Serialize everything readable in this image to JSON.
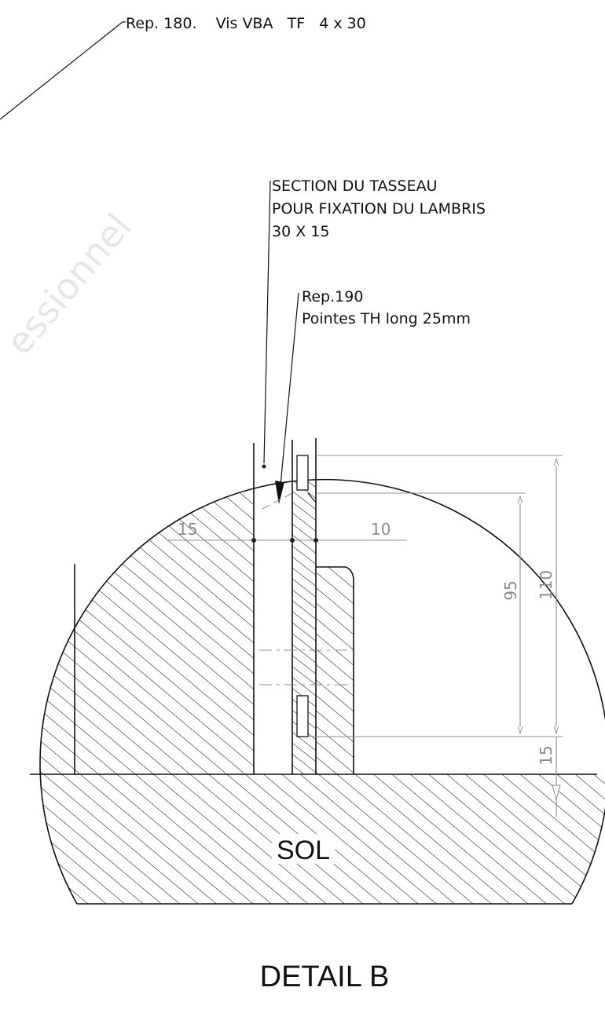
{
  "watermark": "essionnel",
  "leaders": {
    "screw": "Rep. 180.    Vis VBA   TF   4 x 30",
    "cleat_line1": "SECTION DU TASSEAU",
    "cleat_line2": "POUR FIXATION DU LAMBRIS",
    "cleat_line3": "30 X 15",
    "nail_line1": "Rep.190",
    "nail_line2": "Pointes TH  long 25mm"
  },
  "dimensions": {
    "left_width": "15",
    "right_width": "10",
    "height_95": "95",
    "height_110": "110",
    "height_15": "15"
  },
  "floor_label": "SOL",
  "detail_title": "DETAIL B"
}
